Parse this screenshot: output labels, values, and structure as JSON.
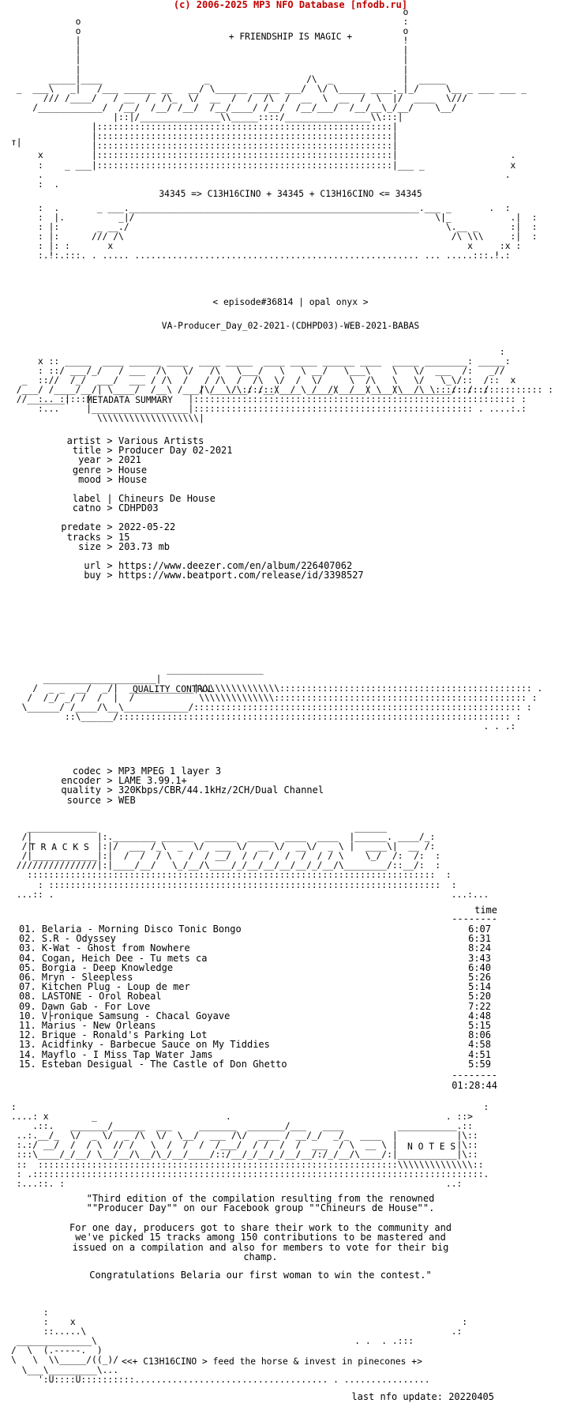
{
  "header": "(c) 2006-2025 MP3 NFO Database [nfodb.ru]",
  "intro": {
    "slogan": "+ FRIENDSHIP IS MAGIC +",
    "formula": "34345 => C13H16CINO + 34345 + C13H16CINO <= 34345"
  },
  "episode": "< episode#36814 | opal onyx >",
  "release_name": "VA-Producer_Day_02-2021-(CDHPD03)-WEB-2021-BABAS",
  "sections": {
    "metadata": "METADATA SUMMARY",
    "quality": "QUALITY CONTROL",
    "tracks": "T R A C K S",
    "notes": "N O T E S"
  },
  "metadata": [
    {
      "key": "artist",
      "value": "Various Artists"
    },
    {
      "key": "title",
      "value": "Producer Day 02-2021"
    },
    {
      "key": "year",
      "value": "2021"
    },
    {
      "key": "genre",
      "value": "House"
    },
    {
      "key": "mood",
      "value": "House"
    },
    {
      "key": "label",
      "value": "Chineurs De House"
    },
    {
      "key": "catno",
      "value": "CDHPD03"
    },
    {
      "key": "predate",
      "value": "2022-05-22"
    },
    {
      "key": "tracks",
      "value": "15"
    },
    {
      "key": "size",
      "value": "203.73 mb"
    },
    {
      "key": "url",
      "value": "https://www.deezer.com/en/album/226407062"
    },
    {
      "key": "buy",
      "value": "https://www.beatport.com/release/id/3398527"
    }
  ],
  "quality": [
    {
      "key": "codec",
      "value": "MP3 MPEG 1 layer 3"
    },
    {
      "key": "encoder",
      "value": "LAME 3.99.1+"
    },
    {
      "key": "quality",
      "value": "320Kbps/CBR/44.1kHz/2CH/Dual Channel"
    },
    {
      "key": "source",
      "value": "WEB"
    }
  ],
  "tracklist": {
    "time_header": "time",
    "total": "01:28:44",
    "items": [
      {
        "name": "01. Belaria - Morning Disco Tonic Bongo",
        "time": "6:07"
      },
      {
        "name": "02. S.R - Odyssey",
        "time": "6:31"
      },
      {
        "name": "03. K-Wat - Ghost from Nowhere",
        "time": "8:24"
      },
      {
        "name": "04. Cogan, Heich Dee - Tu mets ca",
        "time": "3:43"
      },
      {
        "name": "05. Borgia - Deep Knowledge",
        "time": "6:40"
      },
      {
        "name": "06. Mryn - Sleepless",
        "time": "5:26"
      },
      {
        "name": "07. Kitchen Plug - Loup de mer",
        "time": "5:14"
      },
      {
        "name": "08. LASTONE - Orol Robeal",
        "time": "5:20"
      },
      {
        "name": "09. Dawn Gab - For Love",
        "time": "7:22"
      },
      {
        "name": "10. V├ronique Samsung - Chacal Goyave",
        "time": "4:48"
      },
      {
        "name": "11. Marius - New Orleans",
        "time": "5:15"
      },
      {
        "name": "12. Brique - Ronald's Parking Lot",
        "time": "8:06"
      },
      {
        "name": "13. Acidfinky - Barbecue Sauce on My Tiddies",
        "time": "4:58"
      },
      {
        "name": "14. Mayflo - I Miss Tap Water Jams",
        "time": "4:51"
      },
      {
        "name": "15. Esteban Desigual - The Castle of Don Ghetto",
        "time": "5:59"
      }
    ]
  },
  "notes": [
    "\"Third edition of the compilation resulting from the renowned\n\"\"Producer Day\"\" on our Facebook group \"\"Chineurs de House\"\".",
    "For one day, producers got to share their work to the community and\nwe've picked 15 tracks among 150 contributions to be mastered and\nissued on a compilation and also for members to vote for their big\nchamp.",
    "Congratulations Belaria our first woman to win the contest.\""
  ],
  "footer": {
    "tagline": "<<+ C13H16CINO > feed the horse & invest in pinecones +>",
    "last_update": "last nfo update: 20220405"
  }
}
